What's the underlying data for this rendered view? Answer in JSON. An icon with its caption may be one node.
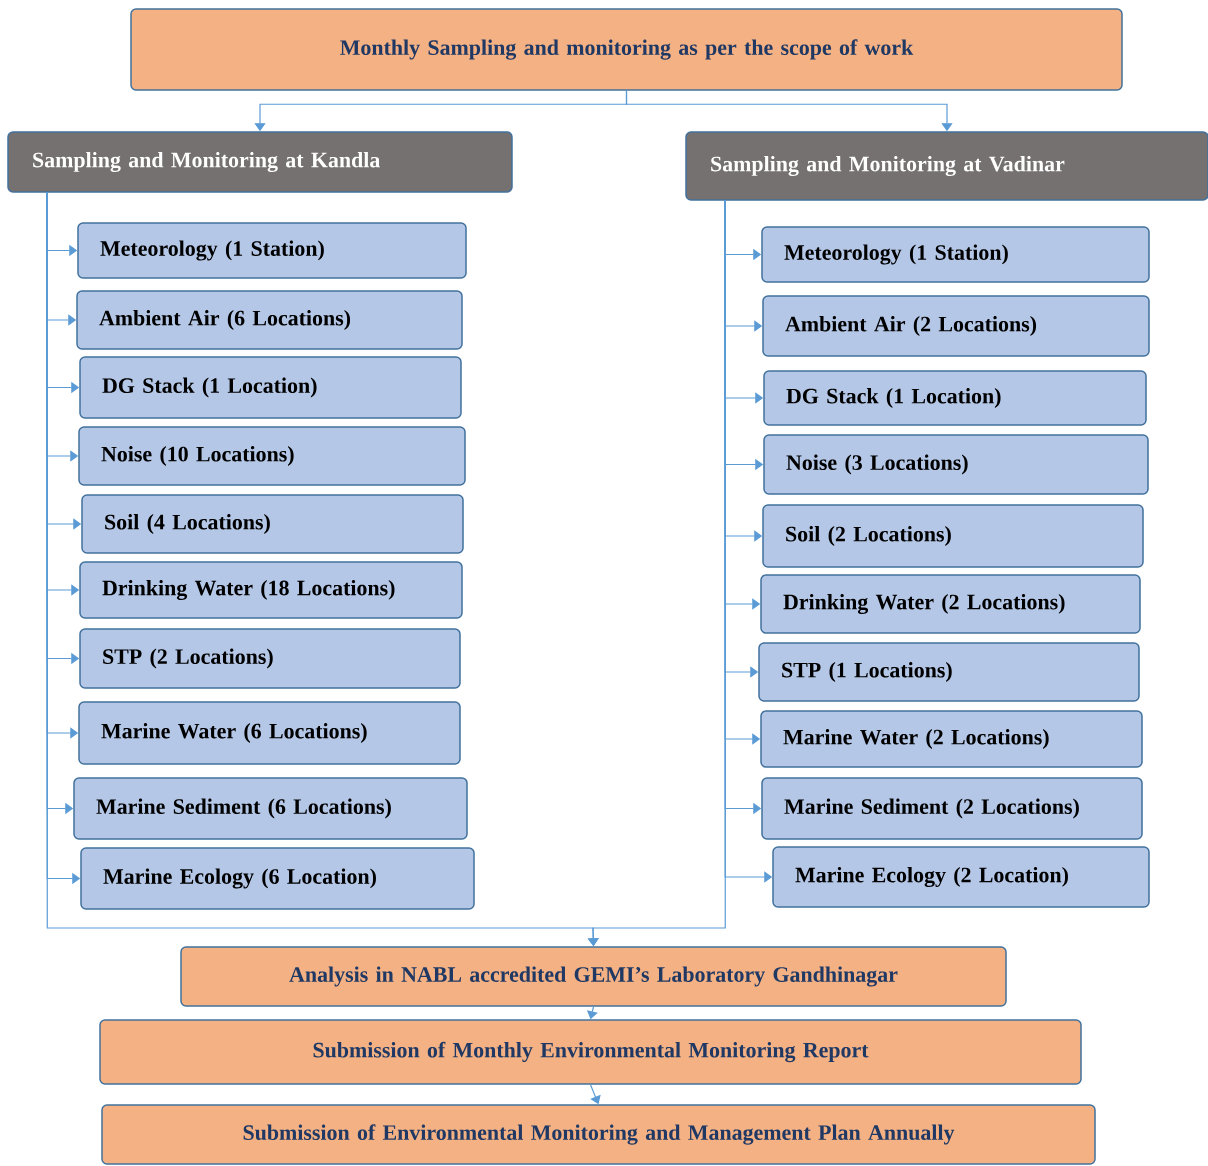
{
  "diagram": {
    "nodes": [
      {
        "text": [
          "Monthly Sampling and monitoring as per the scope of work"
        ]
      },
      {
        "text": [
          "Sampling and Monitoring at Kandla"
        ]
      },
      {
        "text": [
          "Sampling and Monitoring at Vadinar"
        ]
      },
      {
        "text": [
          "Meteorology (1 Station)"
        ]
      },
      {
        "text": [
          "Ambient Air (6 Locations)"
        ]
      },
      {
        "text": [
          "DG Stack (1 Location)"
        ]
      },
      {
        "text": [
          "Noise (10 Locations)"
        ]
      },
      {
        "text": [
          "Soil (4 Locations)"
        ]
      },
      {
        "text": [
          "Drinking Water (18 Locations)"
        ]
      },
      {
        "text": [
          "STP (2 Locations)"
        ]
      },
      {
        "text": [
          "Marine Water (6 Locations)"
        ]
      },
      {
        "text": [
          "Marine Sediment (6 Locations)"
        ]
      },
      {
        "text": [
          "Marine Ecology (6 Location)"
        ]
      },
      {
        "text": [
          "Meteorology (1 Station)"
        ]
      },
      {
        "text": [
          "Ambient Air (2 Locations)"
        ]
      },
      {
        "text": [
          "DG Stack (1 Location)"
        ]
      },
      {
        "text": [
          "Noise (3 Locations)"
        ]
      },
      {
        "text": [
          "Soil (2 Locations)"
        ]
      },
      {
        "text": [
          "Drinking Water (2 Locations)"
        ]
      },
      {
        "text": [
          "STP (1 Locations)"
        ]
      },
      {
        "text": [
          "Marine Water (2 Locations)"
        ]
      },
      {
        "text": [
          "Marine Sediment (2 Locations)"
        ]
      },
      {
        "text": [
          "Marine Ecology (2 Location)"
        ]
      },
      {
        "text": [
          "Analysis in NABL accredited GEMI’s Laboratory Gandhinagar"
        ]
      },
      {
        "text": [
          "Submission of Monthly Environmental Monitoring Report"
        ]
      },
      {
        "text": [
          "Submission of Environmental Monitoring and Management Plan Annually"
        ]
      }
    ],
    "edges": [
      {
        "from": 0,
        "to": 1,
        "arrow": "to"
      },
      {
        "from": 0,
        "to": 2,
        "arrow": "to"
      },
      {
        "from": 1,
        "to": 3,
        "arrow": "to"
      },
      {
        "from": 1,
        "to": 4,
        "arrow": "to"
      },
      {
        "from": 1,
        "to": 5,
        "arrow": "to"
      },
      {
        "from": 1,
        "to": 6,
        "arrow": "to"
      },
      {
        "from": 1,
        "to": 7,
        "arrow": "to"
      },
      {
        "from": 1,
        "to": 8,
        "arrow": "to"
      },
      {
        "from": 1,
        "to": 9,
        "arrow": "to"
      },
      {
        "from": 1,
        "to": 10,
        "arrow": "to"
      },
      {
        "from": 1,
        "to": 11,
        "arrow": "to"
      },
      {
        "from": 1,
        "to": 12,
        "arrow": "to"
      },
      {
        "from": 2,
        "to": 13,
        "arrow": "to"
      },
      {
        "from": 2,
        "to": 14,
        "arrow": "to"
      },
      {
        "from": 2,
        "to": 15,
        "arrow": "to"
      },
      {
        "from": 2,
        "to": 16,
        "arrow": "to"
      },
      {
        "from": 2,
        "to": 17,
        "arrow": "to"
      },
      {
        "from": 2,
        "to": 18,
        "arrow": "to"
      },
      {
        "from": 2,
        "to": 19,
        "arrow": "to"
      },
      {
        "from": 2,
        "to": 20,
        "arrow": "to"
      },
      {
        "from": 2,
        "to": 21,
        "arrow": "to"
      },
      {
        "from": 2,
        "to": 22,
        "arrow": "to"
      },
      {
        "from": 1,
        "to": 23,
        "arrow": "to"
      },
      {
        "from": 2,
        "to": 23,
        "arrow": "to"
      },
      {
        "from": 23,
        "to": 24,
        "arrow": "to"
      },
      {
        "from": 24,
        "to": 25,
        "arrow": "to"
      }
    ]
  }
}
